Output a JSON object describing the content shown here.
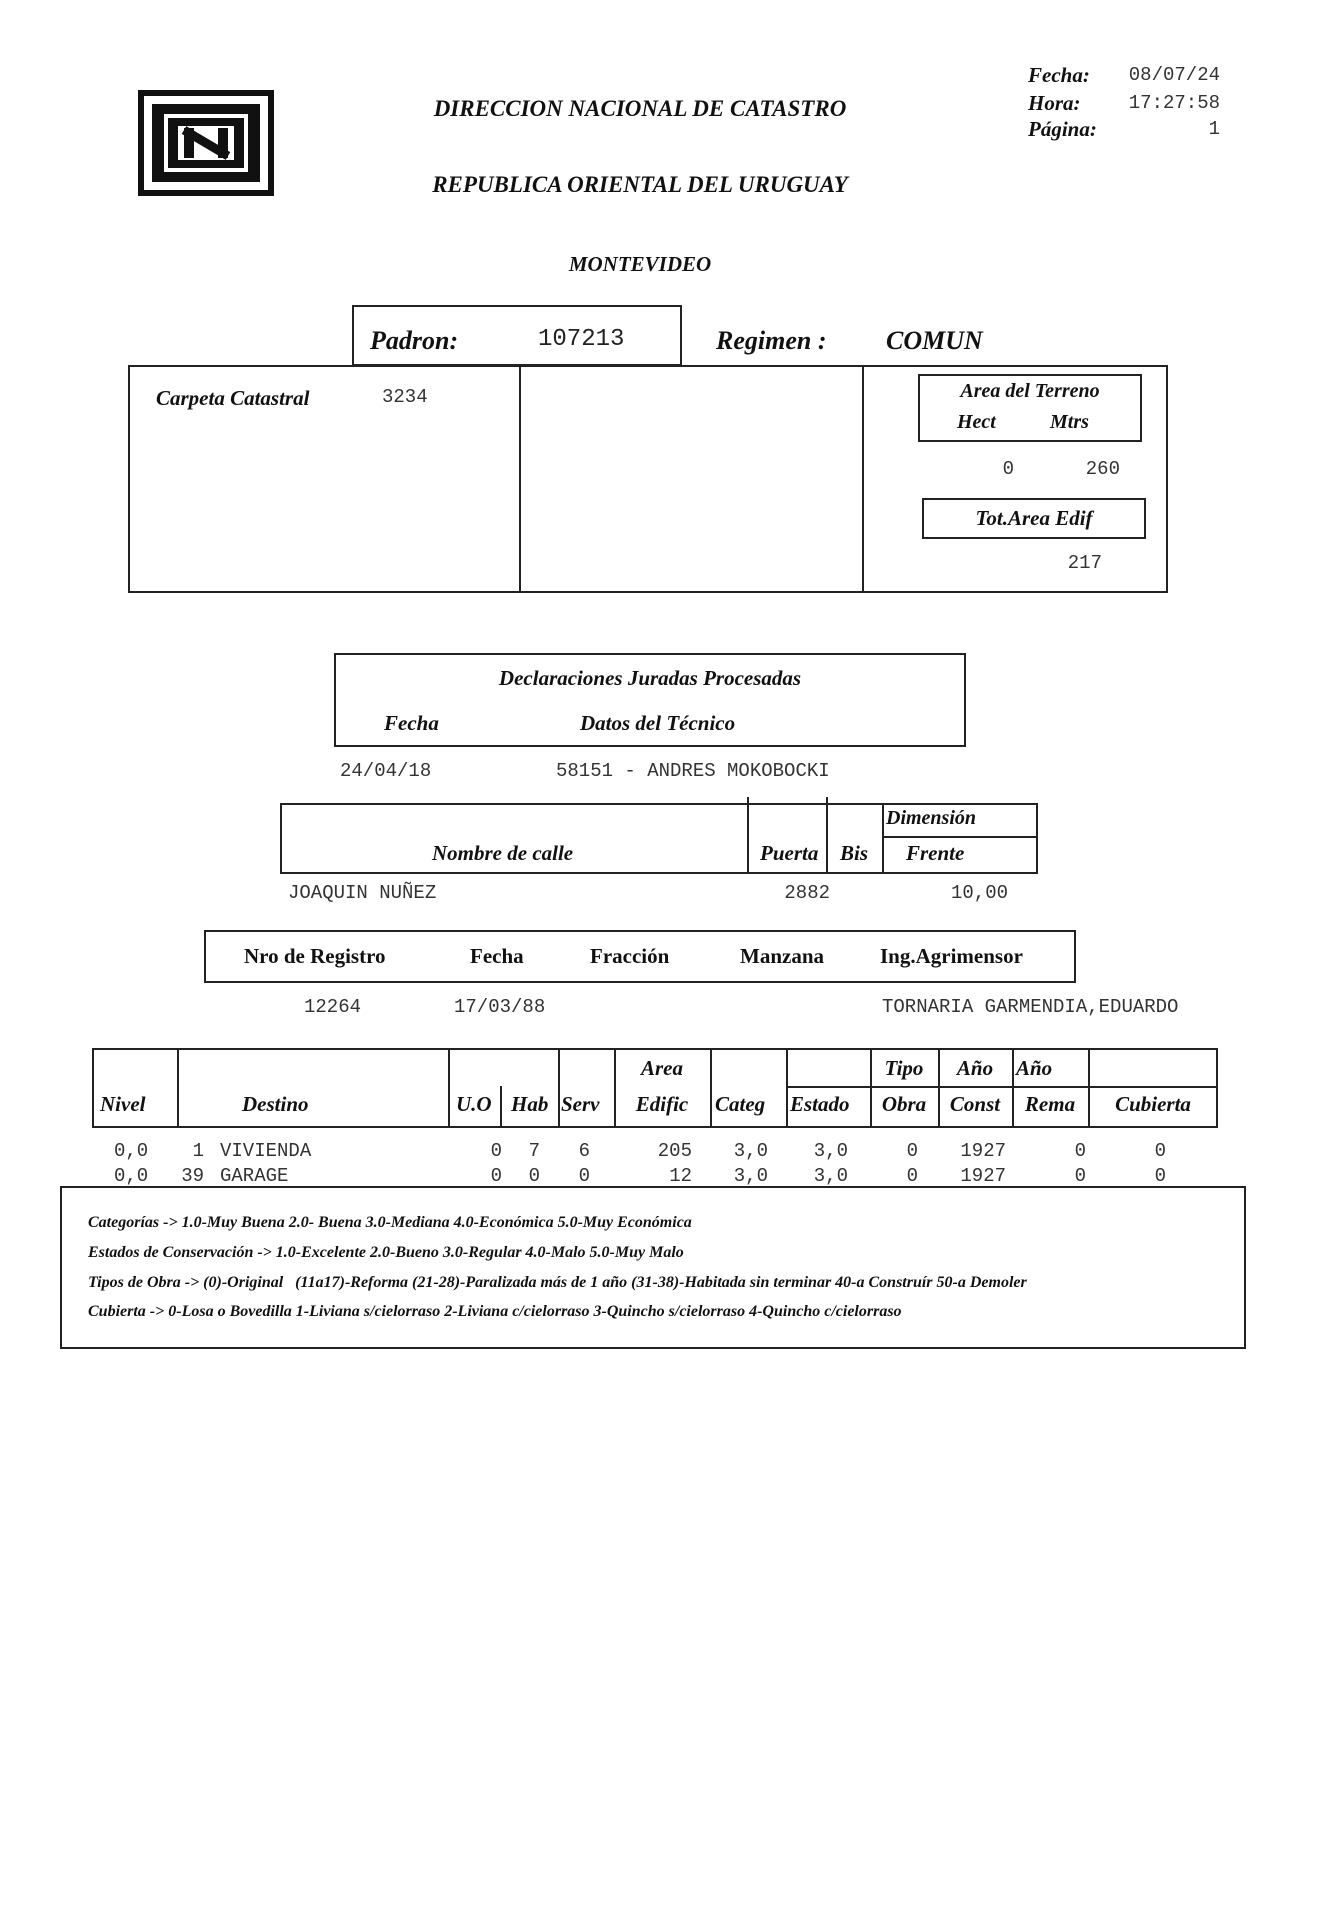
{
  "header": {
    "title": "DIRECCION NACIONAL DE CATASTRO",
    "subtitle": "REPUBLICA ORIENTAL DEL URUGUAY",
    "department": "MONTEVIDEO",
    "fecha_label": "Fecha:",
    "fecha_value": "08/07/24",
    "hora_label": "Hora:",
    "hora_value": "17:27:58",
    "pagina_label": "Página:",
    "pagina_value": "1"
  },
  "padron": {
    "label": "Padron:",
    "value": "107213",
    "regimen_label": "Regimen :",
    "regimen_value": "COMUN"
  },
  "carpeta": {
    "label": "Carpeta Catastral",
    "value": "3234"
  },
  "area": {
    "title": "Area del Terreno",
    "hect_label": "Hect",
    "mtrs_label": "Mtrs",
    "hect_value": "0",
    "mtrs_value": "260",
    "edif_label": "Tot.Area Edif",
    "edif_value": "217"
  },
  "declaraciones": {
    "title": "Declaraciones Juradas Procesadas",
    "fecha_label": "Fecha",
    "tecnico_label": "Datos del Técnico",
    "fecha_value": "24/04/18",
    "tecnico_value": "58151 - ANDRES MOKOBOCKI"
  },
  "calle": {
    "nombre_label": "Nombre de calle",
    "puerta_label": "Puerta",
    "bis_label": "Bis",
    "dimension_label": "Dimensión",
    "frente_label": "Frente",
    "nombre_value": "JOAQUIN NUÑEZ",
    "puerta_value": "2882",
    "frente_value": "10,00"
  },
  "registro": {
    "nro_label": "Nro de Registro",
    "fecha_label": "Fecha",
    "fraccion_label": "Fracción",
    "manzana_label": "Manzana",
    "agrimensor_label": "Ing.Agrimensor",
    "nro_value": "12264",
    "fecha_value": "17/03/88",
    "agrimensor_value": "TORNARIA GARMENDIA,EDUARDO"
  },
  "edificacion": {
    "headers": {
      "nivel": "Nivel",
      "destino": "Destino",
      "uo": "U.O",
      "hab": "Hab",
      "serv": "Serv",
      "area_top": "Area",
      "area_bottom": "Edific",
      "categ": "Categ",
      "estado": "Estado",
      "tipo_top": "Tipo",
      "tipo_bottom": "Obra",
      "const_top": "Año",
      "const_bottom": "Const",
      "rema_top": "Año",
      "rema_bottom": "Rema",
      "cubierta": "Cubierta"
    },
    "rows": [
      {
        "nivel": "0,0",
        "cod": "1",
        "destino": "VIVIENDA",
        "uo": "0",
        "hab": "7",
        "serv": "6",
        "area": "205",
        "categ": "3,0",
        "estado": "3,0",
        "tipo": "0",
        "const": "1927",
        "rema": "0",
        "cubierta": "0"
      },
      {
        "nivel": "0,0",
        "cod": "39",
        "destino": "GARAGE",
        "uo": "0",
        "hab": "0",
        "serv": "0",
        "area": "12",
        "categ": "3,0",
        "estado": "3,0",
        "tipo": "0",
        "const": "1927",
        "rema": "0",
        "cubierta": "0"
      }
    ]
  },
  "legend": {
    "line1": "Categorías -> 1.0-Muy Buena 2.0- Buena 3.0-Mediana 4.0-Económica 5.0-Muy Económica",
    "line2": "Estados de Conservación -> 1.0-Excelente 2.0-Bueno 3.0-Regular 4.0-Malo 5.0-Muy Malo",
    "line3": "Tipos de Obra -> (0)-Original   (11a17)-Reforma (21-28)-Paralizada más de 1 año (31-38)-Habitada sin terminar 40-a Construír 50-a Demoler",
    "line4": "Cubierta -> 0-Losa o Bovedilla 1-Liviana s/cielorraso 2-Liviana c/cielorraso 3-Quincho s/cielorraso 4-Quincho c/cielorraso"
  },
  "logo": {
    "icon": "catastro-logo-icon"
  }
}
